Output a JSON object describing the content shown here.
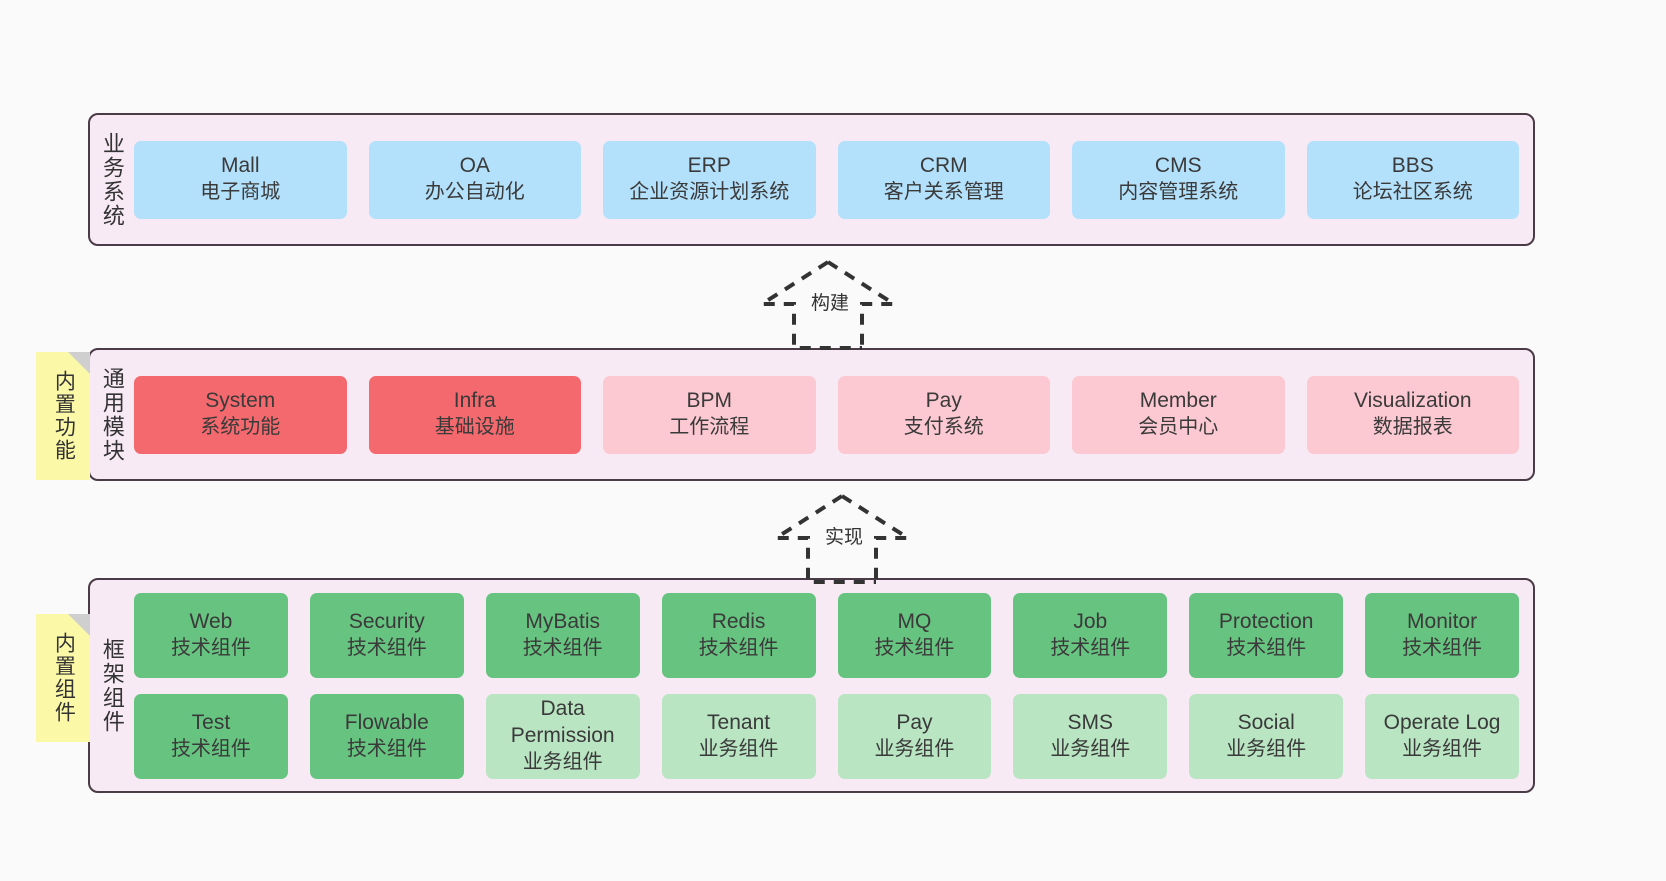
{
  "diagram": {
    "background_color": "#fafafa",
    "layer_bg_color": "#f7eaf4",
    "layer_border_color": "#4a3b46",
    "sticky_color": "#fbf8a8",
    "colors": {
      "blue": "#b3e0fb",
      "red": "#f4696d",
      "pink_light": "#fcc9d2",
      "green": "#67c480",
      "green_light": "#b9e5c2"
    }
  },
  "layers": [
    {
      "id": "business",
      "title": "业务系统",
      "sticky": null,
      "rows": [
        {
          "cards": [
            {
              "name": "Mall",
              "sub": "电子商城",
              "color": "blue"
            },
            {
              "name": "OA",
              "sub": "办公自动化",
              "color": "blue"
            },
            {
              "name": "ERP",
              "sub": "企业资源计划系统",
              "color": "blue"
            },
            {
              "name": "CRM",
              "sub": "客户关系管理",
              "color": "blue"
            },
            {
              "name": "CMS",
              "sub": "内容管理系统",
              "color": "blue"
            },
            {
              "name": "BBS",
              "sub": "论坛社区系统",
              "color": "blue"
            }
          ]
        }
      ]
    },
    {
      "id": "modules",
      "title": "通用模块",
      "sticky": "内置功能",
      "rows": [
        {
          "cards": [
            {
              "name": "System",
              "sub": "系统功能",
              "color": "red"
            },
            {
              "name": "Infra",
              "sub": "基础设施",
              "color": "red"
            },
            {
              "name": "BPM",
              "sub": "工作流程",
              "color": "pinklite"
            },
            {
              "name": "Pay",
              "sub": "支付系统",
              "color": "pinklite"
            },
            {
              "name": "Member",
              "sub": "会员中心",
              "color": "pinklite"
            },
            {
              "name": "Visualization",
              "sub": "数据报表",
              "color": "pinklite"
            }
          ]
        }
      ]
    },
    {
      "id": "framework",
      "title": "框架组件",
      "sticky": "内置组件",
      "rows": [
        {
          "cards": [
            {
              "name": "Web",
              "sub": "技术组件",
              "color": "green"
            },
            {
              "name": "Security",
              "sub": "技术组件",
              "color": "green"
            },
            {
              "name": "MyBatis",
              "sub": "技术组件",
              "color": "green"
            },
            {
              "name": "Redis",
              "sub": "技术组件",
              "color": "green"
            },
            {
              "name": "MQ",
              "sub": "技术组件",
              "color": "green"
            },
            {
              "name": "Job",
              "sub": "技术组件",
              "color": "green"
            },
            {
              "name": "Protection",
              "sub": "技术组件",
              "color": "green"
            },
            {
              "name": "Monitor",
              "sub": "技术组件",
              "color": "green"
            }
          ]
        },
        {
          "cards": [
            {
              "name": "Test",
              "sub": "技术组件",
              "color": "green"
            },
            {
              "name": "Flowable",
              "sub": "技术组件",
              "color": "green"
            },
            {
              "name": "Data Permission",
              "sub": "业务组件",
              "color": "greenlite"
            },
            {
              "name": "Tenant",
              "sub": "业务组件",
              "color": "greenlite"
            },
            {
              "name": "Pay",
              "sub": "业务组件",
              "color": "greenlite"
            },
            {
              "name": "SMS",
              "sub": "业务组件",
              "color": "greenlite"
            },
            {
              "name": "Social",
              "sub": "业务组件",
              "color": "greenlite"
            },
            {
              "name": "Operate Log",
              "sub": "业务组件",
              "color": "greenlite"
            }
          ]
        }
      ]
    }
  ],
  "connectors": [
    {
      "id": "build",
      "label": "构建"
    },
    {
      "id": "implement",
      "label": "实现"
    }
  ]
}
